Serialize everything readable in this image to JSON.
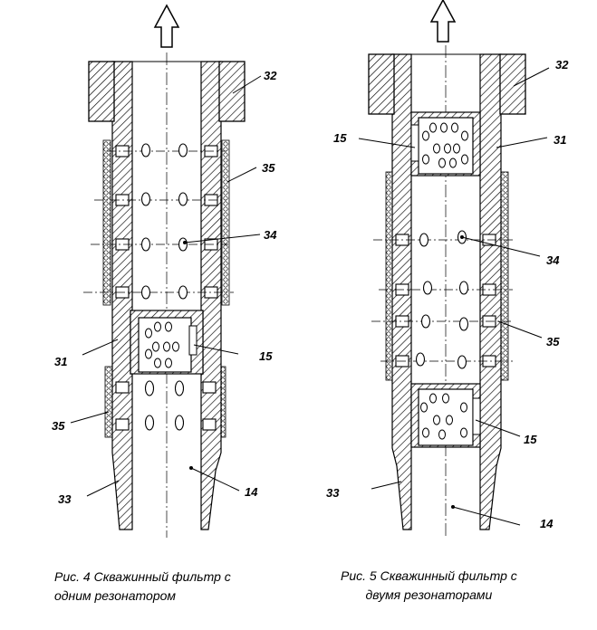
{
  "figure4": {
    "caption_line1": "Рис. 4 Скважинный фильтр с",
    "caption_line2": "одним резонатором",
    "labels": {
      "l32": "32",
      "l35a": "35",
      "l34": "34",
      "l31": "31",
      "l15": "15",
      "l35b": "35",
      "l14": "14",
      "l33": "33"
    }
  },
  "figure5": {
    "caption_line1": "Рис. 5 Скважинный фильтр с",
    "caption_line2": "двумя резонаторами",
    "labels": {
      "l32": "32",
      "l15a": "15",
      "l31": "31",
      "l34": "34",
      "l35": "35",
      "l15b": "15",
      "l33": "33",
      "l14": "14"
    }
  },
  "colors": {
    "line": "#000000",
    "hatch": "#000000",
    "background": "#ffffff"
  },
  "icons": {
    "flow_arrow": "up-arrow-icon"
  }
}
